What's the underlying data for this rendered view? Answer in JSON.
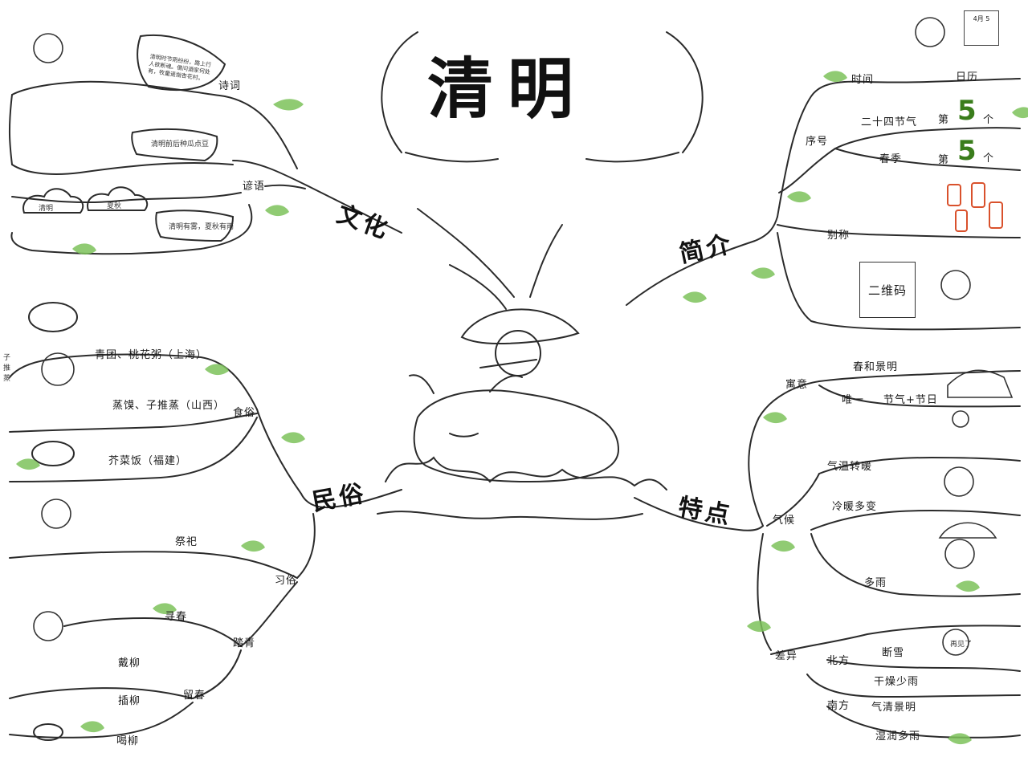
{
  "title": "清明",
  "branches": {
    "culture": "文化",
    "intro": "简介",
    "customs": "民俗",
    "features": "特点"
  },
  "culture": {
    "poetry": "诗词",
    "proverb": "谚语",
    "poem_scroll": "清明时节雨纷纷，路上行人欲断魂。借问酒家何处有，牧童遥指杏花村。",
    "proverb_scroll_1": "清明前后种瓜点豆",
    "proverb_scroll_2": "清明有雾，夏秋有雨",
    "cloud_1": "清明",
    "cloud_2": "夏秋"
  },
  "intro": {
    "time": "时间",
    "calendar": "日历",
    "order": "序号",
    "solar_terms": "二十四节气",
    "nth_prefix_1": "第",
    "nth_value_1": "5",
    "nth_suffix_1": "个",
    "spring": "春季",
    "nth_prefix_2": "第",
    "nth_value_2": "5",
    "nth_suffix_2": "个",
    "alias": "别称",
    "qr": "二维码",
    "calendar_text": "4月 5"
  },
  "customs": {
    "food": "食俗",
    "food_1": "青团、桃花粥（上海）",
    "food_2": "蒸馍、子推蒸（山西）",
    "food_3": "芥菜饭（福建）",
    "food_note": "子推蒸",
    "habit": "习俗",
    "sacrifice": "祭祀",
    "outing": "踏青",
    "seek_spring": "寻春",
    "keep_spring": "留春",
    "wear_willow": "戴柳",
    "plant_willow": "插柳",
    "drink_willow": "喝柳"
  },
  "features": {
    "meaning": "寓意",
    "meaning_1": "春和景明",
    "unique": "唯一",
    "unique_2": "节气+节日",
    "climate": "气候",
    "climate_1": "气温转暖",
    "climate_2": "冷暖多变",
    "climate_3": "多雨",
    "difference": "差异",
    "north": "北方",
    "north_1": "断雪",
    "north_2": "干燥少雨",
    "south": "南方",
    "south_1": "气清景明",
    "south_2": "湿润多雨",
    "speech": "再见了"
  },
  "colors": {
    "line": "#2b2b2b",
    "leaf": "#7cc25a",
    "number": "#3a7d1c",
    "red": "#d9512c"
  }
}
